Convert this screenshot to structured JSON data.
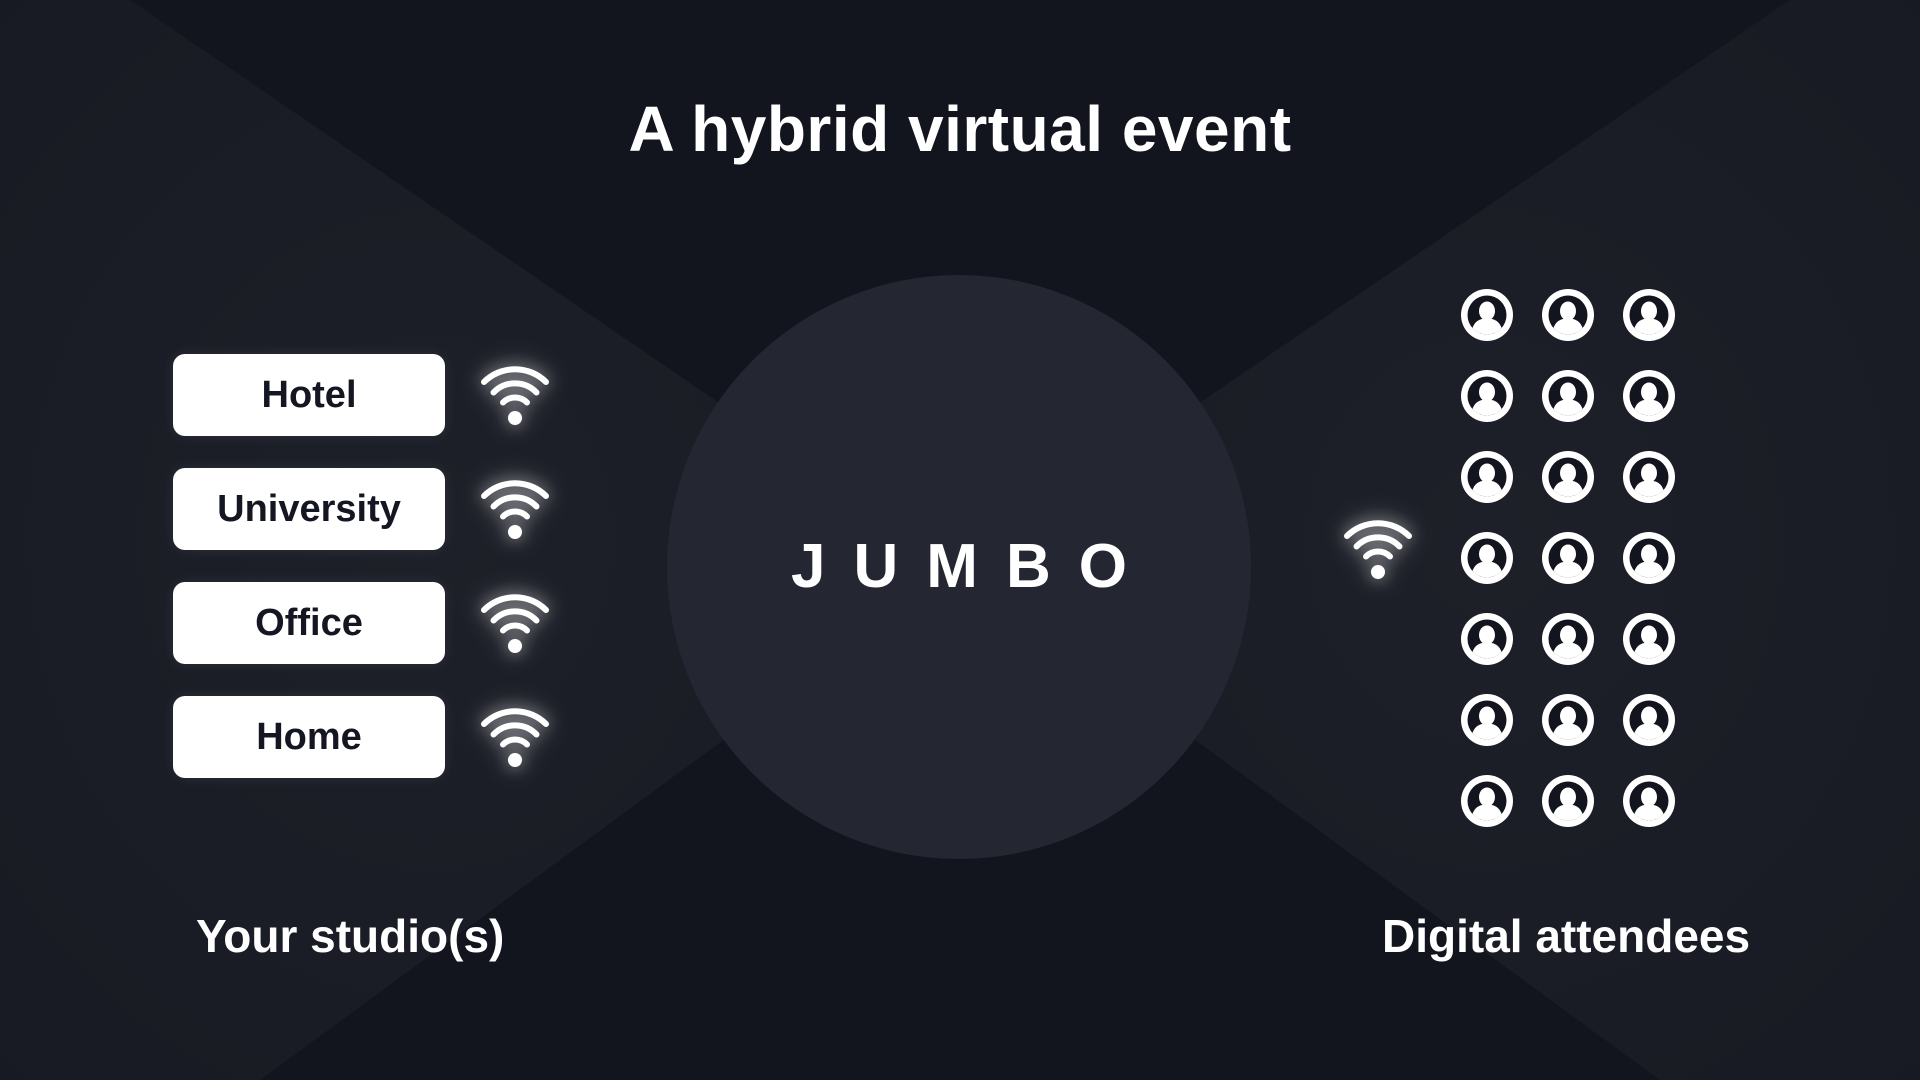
{
  "title": "A hybrid virtual event",
  "hub": {
    "label": "JUMBO"
  },
  "studios": {
    "items": [
      {
        "label": "Hotel",
        "icon": "wifi-icon"
      },
      {
        "label": "University",
        "icon": "wifi-icon"
      },
      {
        "label": "Office",
        "icon": "wifi-icon"
      },
      {
        "label": "Home",
        "icon": "wifi-icon"
      }
    ],
    "caption": "Your studio(s)"
  },
  "attendees": {
    "rows": 7,
    "columns": 3,
    "icon": "user-icon",
    "connection_icon": "wifi-icon",
    "caption": "Digital attendees"
  },
  "colors": {
    "background": "#13151e",
    "ray": "#1b1d27",
    "hub": "#242632",
    "box": "#ffffff",
    "box_text": "#141622",
    "text": "#ffffff"
  }
}
